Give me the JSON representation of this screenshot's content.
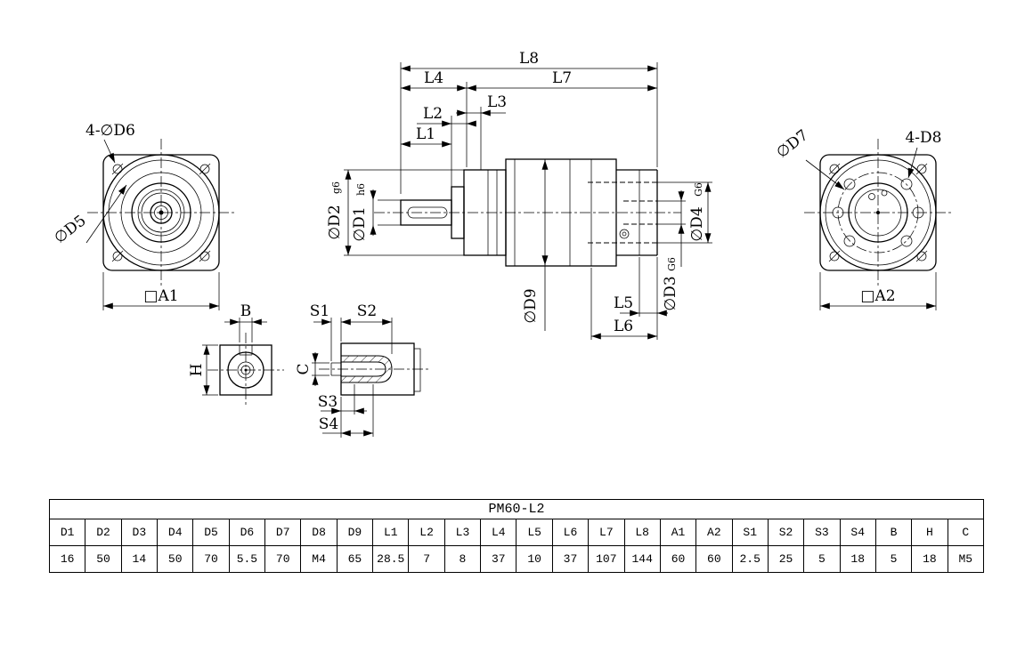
{
  "table": {
    "title": "PM60-L2",
    "headers": [
      "D1",
      "D2",
      "D3",
      "D4",
      "D5",
      "D6",
      "D7",
      "D8",
      "D9",
      "L1",
      "L2",
      "L3",
      "L4",
      "L5",
      "L6",
      "L7",
      "L8",
      "A1",
      "A2",
      "S1",
      "S2",
      "S3",
      "S4",
      "B",
      "H",
      "C"
    ],
    "values": [
      "16",
      "50",
      "14",
      "50",
      "70",
      "5.5",
      "70",
      "M4",
      "65",
      "28.5",
      "7",
      "8",
      "37",
      "10",
      "37",
      "107",
      "144",
      "60",
      "60",
      "2.5",
      "25",
      "5",
      "18",
      "5",
      "18",
      "M5"
    ]
  },
  "labels": {
    "front_holes": "4-∅D6",
    "front_bolt_circle": "∅D5",
    "front_square": "□A1",
    "rear_bolt_circle": "∅D7",
    "rear_holes": "4-D8",
    "rear_square": "□A2",
    "dim_l1": "L1",
    "dim_l2": "L2",
    "dim_l3": "L3",
    "dim_l4": "L4",
    "dim_l5": "L5",
    "dim_l6": "L6",
    "dim_l7": "L7",
    "dim_l8": "L8",
    "dia_d1": "∅D1",
    "fit_d1": "h6",
    "dia_d2": "∅D2",
    "fit_d2": "g6",
    "dia_d3": "∅D3",
    "fit_d3": "G6",
    "dia_d4": "∅D4",
    "fit_d4": "G6",
    "dia_d9": "∅D9",
    "key_b": "B",
    "key_h": "H",
    "key_c": "C",
    "key_s1": "S1",
    "key_s2": "S2",
    "key_s3": "S3",
    "key_s4": "S4"
  }
}
